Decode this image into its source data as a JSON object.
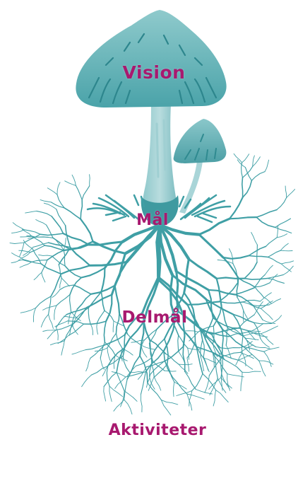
{
  "diagram": {
    "colors": {
      "teal": "#3f9fa5",
      "teal_light": "#7cc2c5",
      "teal_pale": "#b9dcde",
      "label": "#a8196f"
    },
    "levels": [
      {
        "id": "vision",
        "label": "Vision",
        "part": "large mushroom cap"
      },
      {
        "id": "mal",
        "label": "Mål",
        "part": "stem base"
      },
      {
        "id": "delmal",
        "label": "Delmål",
        "part": "roots"
      },
      {
        "id": "aktiviteter",
        "label": "Aktiviteter",
        "part": "root tips"
      }
    ]
  }
}
